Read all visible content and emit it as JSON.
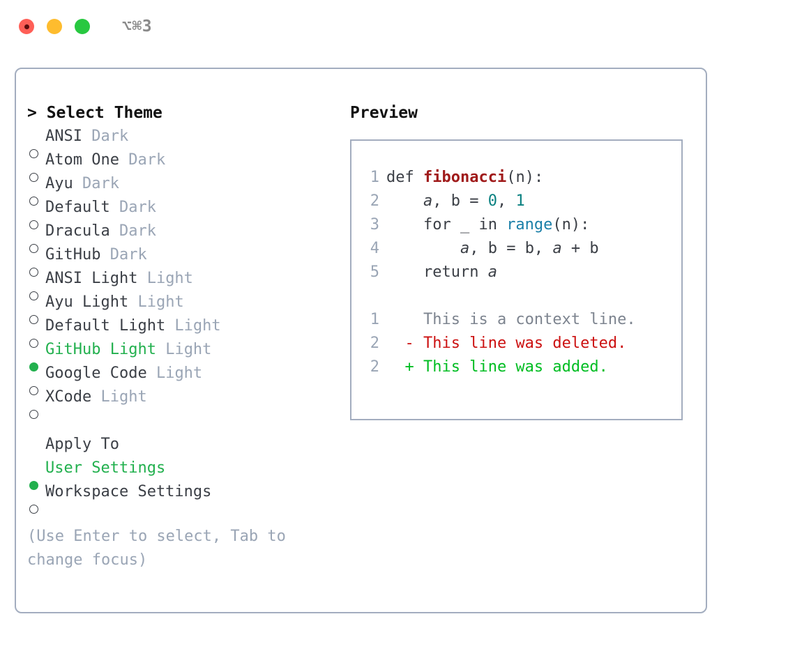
{
  "titlebar": {
    "shortcut": "⌥⌘3",
    "buttons": [
      {
        "name": "close",
        "color": "#ff5f57"
      },
      {
        "name": "minimize",
        "color": "#febc2e"
      },
      {
        "name": "maximize",
        "color": "#28c840"
      }
    ]
  },
  "theme_panel": {
    "header": "> Select Theme",
    "items": [
      {
        "marker": "○",
        "name": "ANSI",
        "variant": "Dark",
        "selected": false
      },
      {
        "marker": "○",
        "name": "Atom One",
        "variant": "Dark",
        "selected": false
      },
      {
        "marker": "○",
        "name": "Ayu",
        "variant": "Dark",
        "selected": false
      },
      {
        "marker": "○",
        "name": "Default",
        "variant": "Dark",
        "selected": false
      },
      {
        "marker": "○",
        "name": "Dracula",
        "variant": "Dark",
        "selected": false
      },
      {
        "marker": "○",
        "name": "GitHub",
        "variant": "Dark",
        "selected": false
      },
      {
        "marker": "○",
        "name": "ANSI Light",
        "variant": "Light",
        "selected": false
      },
      {
        "marker": "○",
        "name": "Ayu Light",
        "variant": "Light",
        "selected": false
      },
      {
        "marker": "○",
        "name": "Default Light",
        "variant": "Light",
        "selected": false
      },
      {
        "marker": "●",
        "name": "GitHub Light",
        "variant": "Light",
        "selected": true
      },
      {
        "marker": "○",
        "name": "Google Code",
        "variant": "Light",
        "selected": false
      },
      {
        "marker": "○",
        "name": "XCode",
        "variant": "Light",
        "selected": false
      }
    ]
  },
  "apply_to": {
    "header": "Apply To",
    "items": [
      {
        "marker": "●",
        "name": "User Settings",
        "selected": true
      },
      {
        "marker": "○",
        "name": "Workspace Settings",
        "selected": false
      }
    ]
  },
  "hint": "(Use Enter to select, Tab to change focus)",
  "preview": {
    "title": "Preview",
    "code_lines": [
      {
        "number": "1",
        "tokens": [
          {
            "t": "def ",
            "c": "kw"
          },
          {
            "t": "fibonacci",
            "c": "fn"
          },
          {
            "t": "(n):",
            "c": "kw"
          }
        ]
      },
      {
        "number": "2",
        "tokens": [
          {
            "t": "    ",
            "c": "kw"
          },
          {
            "t": "a",
            "c": "var"
          },
          {
            "t": ", ",
            "c": "kw"
          },
          {
            "t": "b",
            "c": "kw"
          },
          {
            "t": " = ",
            "c": "kw"
          },
          {
            "t": "0",
            "c": "num"
          },
          {
            "t": ", ",
            "c": "kw"
          },
          {
            "t": "1",
            "c": "num"
          }
        ]
      },
      {
        "number": "3",
        "tokens": [
          {
            "t": "    for _ in ",
            "c": "kw"
          },
          {
            "t": "range",
            "c": "bi"
          },
          {
            "t": "(n):",
            "c": "kw"
          }
        ]
      },
      {
        "number": "4",
        "tokens": [
          {
            "t": "        ",
            "c": "kw"
          },
          {
            "t": "a",
            "c": "var"
          },
          {
            "t": ", b = b, ",
            "c": "kw"
          },
          {
            "t": "a",
            "c": "var"
          },
          {
            "t": " + b",
            "c": "kw"
          }
        ]
      },
      {
        "number": "5",
        "tokens": [
          {
            "t": "    return ",
            "c": "kw"
          },
          {
            "t": "a",
            "c": "var"
          }
        ]
      }
    ],
    "diff_lines": [
      {
        "number": "1",
        "sign": "  ",
        "text": "This is a context line.",
        "kind": "d-ctx"
      },
      {
        "number": "2",
        "sign": "- ",
        "text": "This line was deleted.",
        "kind": "d-del"
      },
      {
        "number": "2",
        "sign": "+ ",
        "text": "This line was added.",
        "kind": "d-add"
      }
    ]
  },
  "colors": {
    "accent_green": "#22b04e",
    "border": "#a3adbf",
    "muted": "#9aa5b5",
    "text": "#3b3f46",
    "diff_add": "#00bd22",
    "diff_del": "#cc1111",
    "fn_red": "#a01b1b",
    "num_teal": "#0a8080",
    "builtin_blue": "#1a7fa8"
  }
}
